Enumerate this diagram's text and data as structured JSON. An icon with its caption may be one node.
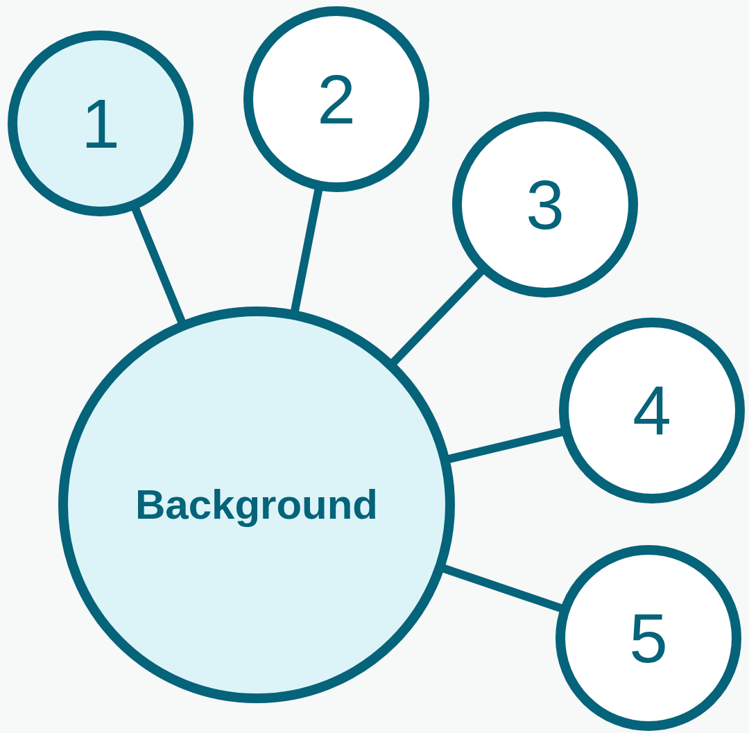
{
  "diagram": {
    "nodes": [
      {
        "text": [
          "1"
        ]
      },
      {
        "text": [
          "2"
        ]
      },
      {
        "text": [
          "3"
        ]
      },
      {
        "text": [
          "4"
        ]
      },
      {
        "text": [
          "5"
        ]
      },
      {
        "text": [
          "Background"
        ]
      }
    ],
    "edges": [
      {
        "from": 5,
        "to": 0,
        "arrow": "none"
      },
      {
        "from": 5,
        "to": 1,
        "arrow": "none"
      },
      {
        "from": 5,
        "to": 2,
        "arrow": "none"
      },
      {
        "from": 5,
        "to": 3,
        "arrow": "none"
      },
      {
        "from": 5,
        "to": 4,
        "arrow": "none"
      }
    ]
  }
}
